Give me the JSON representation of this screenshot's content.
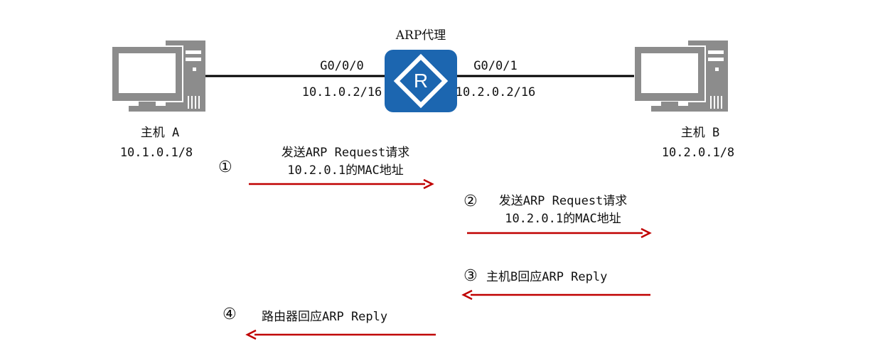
{
  "router": {
    "title": "ARP代理",
    "port_left": "G0/0/0",
    "ip_left": "10.1.0.2/16",
    "port_right": "G0/0/1",
    "ip_right": "10.2.0.2/16",
    "icon": "router-icon",
    "color": "#1c66b0"
  },
  "host_a": {
    "label": "主机 A",
    "ip": "10.1.0.1/8",
    "icon": "computer-icon"
  },
  "host_b": {
    "label": "主机 B",
    "ip": "10.2.0.1/8",
    "icon": "computer-icon"
  },
  "steps": [
    {
      "num": "①",
      "line1": "发送ARP Request请求",
      "line2": "10.2.0.1的MAC地址",
      "direction": "right"
    },
    {
      "num": "②",
      "line1": "发送ARP Request请求",
      "line2": "10.2.0.1的MAC地址",
      "direction": "right"
    },
    {
      "num": "③",
      "line1": "主机B回应ARP Reply",
      "direction": "left"
    },
    {
      "num": "④",
      "line1": "路由器回应ARP Reply",
      "direction": "left"
    }
  ],
  "colors": {
    "arrow": "#c00000",
    "link": "#000000",
    "computer": "#8c8c8c"
  }
}
